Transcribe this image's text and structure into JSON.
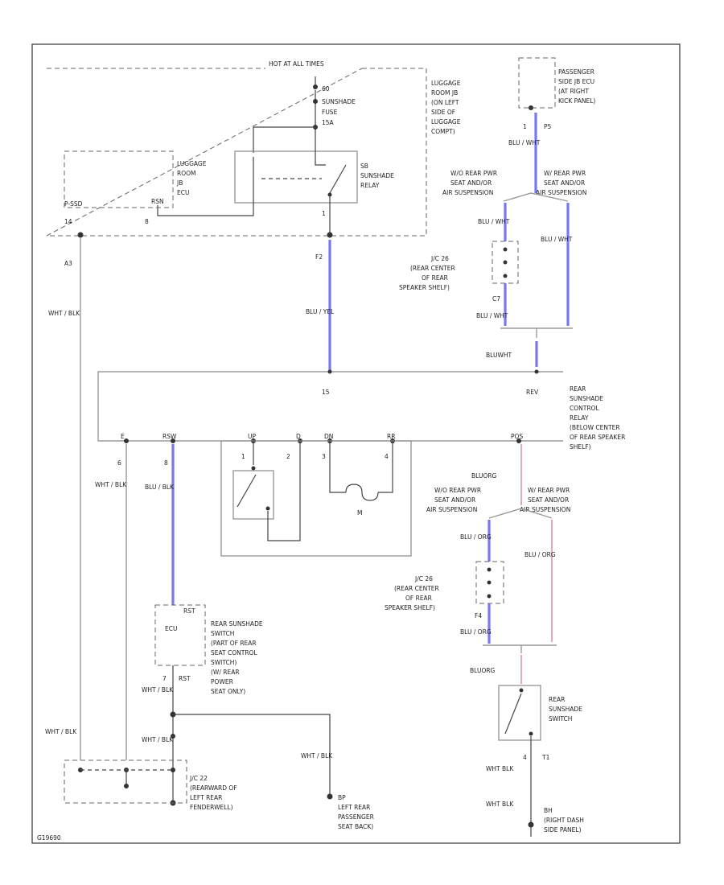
{
  "header": {
    "hot_label": "HOT AT ALL TIMES"
  },
  "luggage_jb": {
    "fuse_lines": [
      "60",
      "SUNSHADE",
      "FUSE",
      "15A"
    ],
    "room_lines": [
      "LUGGAGE",
      "ROOM JB",
      "(ON LEFT",
      "SIDE OF",
      "LUGGAGE",
      "COMPT)"
    ],
    "relay_lines": [
      "SB",
      "SUNSHADE",
      "RELAY"
    ],
    "ecu_lines": [
      "LUGGAGE",
      "ROOM",
      "JB",
      "ECU"
    ],
    "pin_left": "P-SSD",
    "pin_mid": "RSN",
    "pin_num": "8",
    "conn_left": "14",
    "conn_right": "1"
  },
  "wires": {
    "wht_blk": "WHT / BLK",
    "blu_yel": "BLU / YEL",
    "blu_wht": "BLU / WHT",
    "blu_blk": "BLU / BLK",
    "blu_org": "BLU / ORG",
    "bluwht": "BLUWHT",
    "bluorg": "BLUORG",
    "wht_blk_short": "WHT BLK"
  },
  "conn_labels": {
    "a3": "A3",
    "f2": "F2",
    "p5": "P5",
    "c7": "C7",
    "f4": "F4"
  },
  "passenger_jb": {
    "lines": [
      "PASSENGER",
      "SIDE JB ECU",
      "(AT RIGHT",
      "KICK PANEL)"
    ],
    "pin": "1"
  },
  "branch": {
    "wo": [
      "W/O REAR PWR",
      "SEAT AND/OR",
      "AIR SUSPENSION"
    ],
    "w": [
      "W/ REAR PWR",
      "SEAT AND/OR",
      "AIR SUSPENSION"
    ]
  },
  "jc_top": {
    "lines": [
      "J/C 26",
      "(REAR CENTER",
      "OF REAR",
      "SPEAKER SHELF)"
    ]
  },
  "jc_mid": {
    "lines": [
      "J/C 26",
      "(REAR CENTER",
      "OF REAR",
      "SPEAKER SHELF)"
    ]
  },
  "relay": {
    "label_lines": [
      "REAR",
      "SUNSHADE",
      "CONTROL",
      "RELAY",
      "(BELOW CENTER",
      "OF REAR SPEAKER",
      "SHELF)"
    ],
    "pin_top_left": "15",
    "pin_top_right": "REV",
    "pins_bottom": [
      "E",
      "RSW",
      "UP",
      "D",
      "DN",
      "RR",
      "POS"
    ],
    "pin_nums": [
      "6",
      "8",
      "1",
      "2",
      "3",
      "4"
    ],
    "motor_label": "M"
  },
  "rear_switch": {
    "ecu": "ECU",
    "pin_top": "RST",
    "pin_num": "7",
    "pin_bottom": "RST",
    "lines": [
      "REAR SUNSHADE",
      "SWITCH",
      "(PART OF REAR",
      "SEAT CONTROL",
      "SWITCH)",
      "(W/ REAR",
      "POWER",
      "SEAT ONLY)"
    ]
  },
  "j_c_ground": {
    "lines": [
      "J/C 22",
      "(REARWARD OF",
      "LEFT REAR",
      "FENDERWELL)"
    ]
  },
  "ground_bp": {
    "lines": [
      "BP",
      "LEFT REAR",
      "PASSENGER",
      "SEAT BACK)"
    ]
  },
  "ground_bh": {
    "lines": [
      "BH",
      "(RIGHT DASH",
      "SIDE PANEL)"
    ]
  },
  "sunshade_switch": {
    "lines": [
      "REAR",
      "SUNSHADE",
      "SWITCH"
    ],
    "pin": "4",
    "conn": "T1"
  },
  "footer": {
    "code": "G19690"
  }
}
